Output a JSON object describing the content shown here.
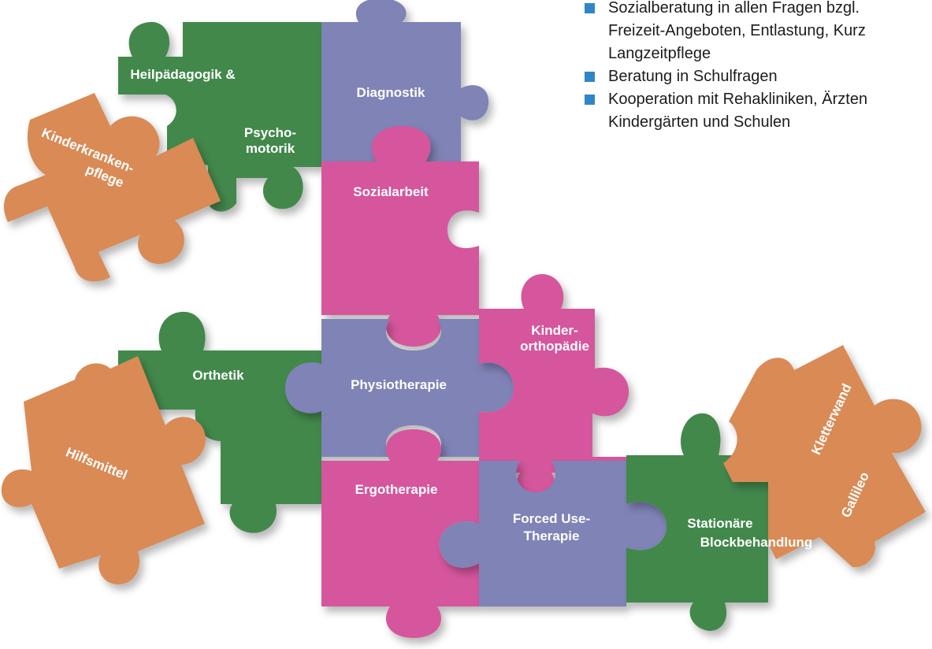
{
  "colors": {
    "orange": "#d98a55",
    "green": "#43884b",
    "blue": "#7f83b6",
    "pink": "#d5579d",
    "bullet": "#2f86c6",
    "label": "#ffffff"
  },
  "bullets": [
    "Sozialberatung in allen Fragen bzgl.\nFreizeit-Angeboten, Entlastung, Kurz\nLangzeitpflege",
    "Beratung in Schulfragen",
    "Kooperation mit Rehakliniken, Ärzten\nKindergärten und Schulen"
  ],
  "pieces": {
    "heilpaedagogik": {
      "line1": "Heilpädagogik &",
      "line2": "Psycho-",
      "line3": "motorik"
    },
    "diagnostik": "Diagnostik",
    "kinderkrankenpflege": {
      "line1": "Kinderkranken-",
      "line2": "pflege"
    },
    "sozialarbeit": "Sozialarbeit",
    "orthetik": "Orthetik",
    "physiotherapie": "Physiotherapie",
    "kinderorthopaedie": {
      "line1": "Kinder-",
      "line2": "orthopädie"
    },
    "hilfsmittel": "Hilfsmittel",
    "ergotherapie": "Ergotherapie",
    "forced_use": {
      "line1": "Forced Use-",
      "line2": "Therapie"
    },
    "stationaere": {
      "line1": "Stationäre",
      "line2": "Blockbehandlung"
    },
    "kletterwand": {
      "line1": "Kletterwand",
      "line2": "Gallileo"
    }
  }
}
